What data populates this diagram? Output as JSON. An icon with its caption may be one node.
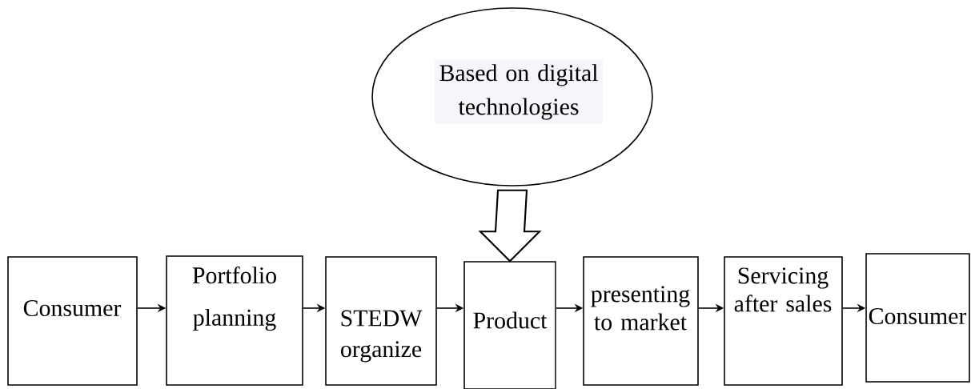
{
  "diagram": {
    "nodes": [
      {
        "text": [
          "Based on digital technologies"
        ]
      },
      {
        "text": [
          "Consumer"
        ]
      },
      {
        "text": [
          "Portfolio planning"
        ]
      },
      {
        "text": [
          "STEDW organize"
        ]
      },
      {
        "text": [
          "Product"
        ]
      },
      {
        "text": [
          "presenting to market"
        ]
      },
      {
        "text": [
          "Servicing after sales"
        ]
      },
      {
        "text": [
          "Consumer"
        ]
      }
    ],
    "edges": [
      {
        "from": 0,
        "to": 4,
        "arrow": "to",
        "style": "thick"
      },
      {
        "from": 1,
        "to": 2,
        "arrow": "to"
      },
      {
        "from": 2,
        "to": 3,
        "arrow": "to"
      },
      {
        "from": 3,
        "to": 4,
        "arrow": "to"
      },
      {
        "from": 4,
        "to": 5,
        "arrow": "to"
      },
      {
        "from": 5,
        "to": 6,
        "arrow": "to"
      },
      {
        "from": 6,
        "to": 7,
        "arrow": "to"
      }
    ]
  }
}
